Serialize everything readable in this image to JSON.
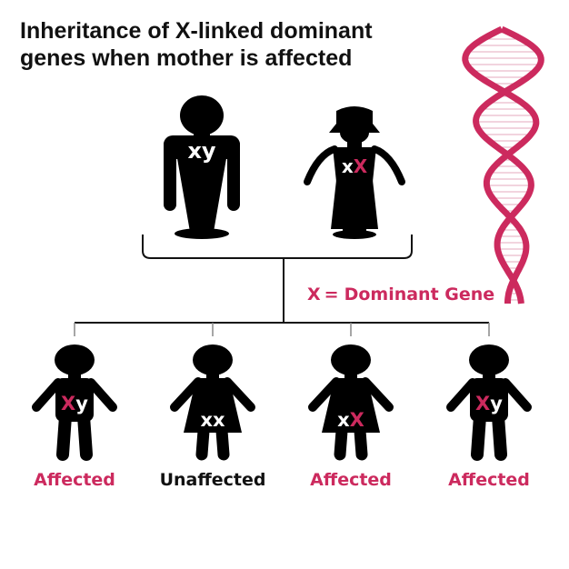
{
  "title": {
    "line1": "Inheritance of X-linked dominant",
    "line2": "genes when mother is affected"
  },
  "colors": {
    "dominant": "#cc2a5e",
    "recessive": "#ffffff",
    "figure": "#000000",
    "unaffected_label": "#111111"
  },
  "key": {
    "symbol": "X",
    "equals": "=",
    "text": "Dominant Gene"
  },
  "parents": {
    "father": {
      "sex": "male",
      "chromosomes": [
        {
          "letter": "x",
          "dominant": false
        },
        {
          "letter": "y",
          "dominant": false
        }
      ]
    },
    "mother": {
      "sex": "female",
      "chromosomes": [
        {
          "letter": "x",
          "dominant": false
        },
        {
          "letter": "X",
          "dominant": true
        }
      ]
    }
  },
  "children": [
    {
      "sex": "male",
      "label": "Affected",
      "affected": true,
      "chromosomes": [
        {
          "letter": "X",
          "dominant": true
        },
        {
          "letter": "y",
          "dominant": false
        }
      ]
    },
    {
      "sex": "female",
      "label": "Unaffected",
      "affected": false,
      "chromosomes": [
        {
          "letter": "x",
          "dominant": false
        },
        {
          "letter": "x",
          "dominant": false
        }
      ]
    },
    {
      "sex": "female",
      "label": "Affected",
      "affected": true,
      "chromosomes": [
        {
          "letter": "x",
          "dominant": false
        },
        {
          "letter": "X",
          "dominant": true
        }
      ]
    },
    {
      "sex": "male",
      "label": "Affected",
      "affected": true,
      "chromosomes": [
        {
          "letter": "X",
          "dominant": true
        },
        {
          "letter": "y",
          "dominant": false
        }
      ]
    }
  ],
  "decoration": {
    "dna_helix_icon": "dna-helix"
  }
}
